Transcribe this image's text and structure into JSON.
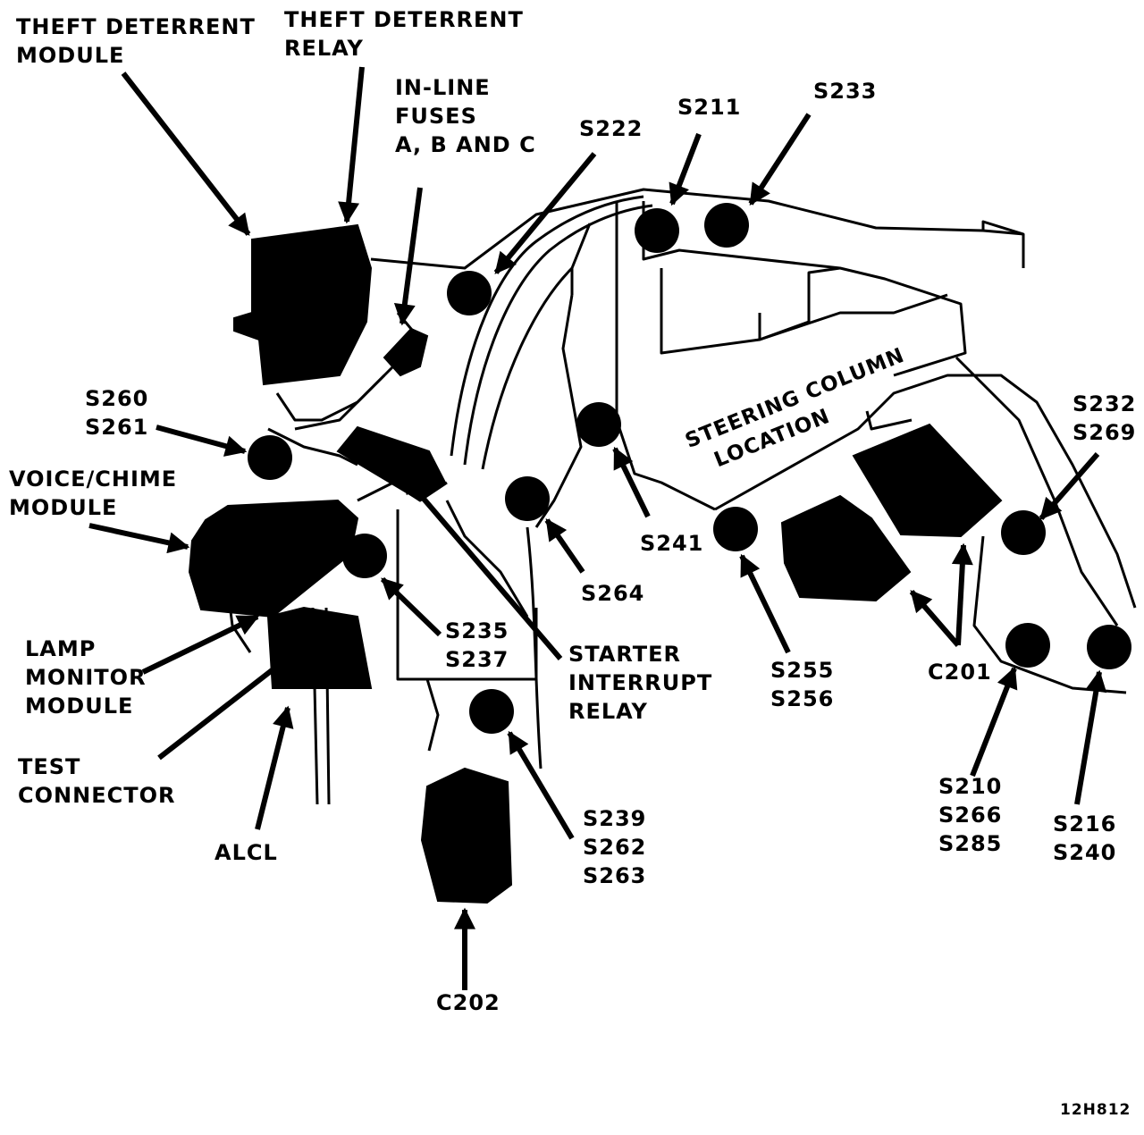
{
  "labels": {
    "theft_module": [
      "THEFT DETERRENT",
      "MODULE"
    ],
    "theft_relay": [
      "THEFT DETERRENT",
      "RELAY"
    ],
    "inline_fuses": [
      "IN-LINE",
      "FUSES",
      "A, B AND C"
    ],
    "s222": "S222",
    "s211": "S211",
    "s233": "S233",
    "s260_261": [
      "S260",
      "S261"
    ],
    "voice_chime": [
      "VOICE/CHIME",
      "MODULE"
    ],
    "steering_column": [
      "STEERING COLUMN",
      "LOCATION"
    ],
    "s232_269": [
      "S232",
      "S269"
    ],
    "s241": "S241",
    "s264": "S264",
    "lamp_monitor": [
      "LAMP",
      "MONITOR",
      "MODULE"
    ],
    "s235_237": [
      "S235",
      "S237"
    ],
    "starter_relay": [
      "STARTER",
      "INTERRUPT",
      "RELAY"
    ],
    "s255_256": [
      "S255",
      "S256"
    ],
    "c201": "C201",
    "test_connector": [
      "TEST",
      "CONNECTOR"
    ],
    "alcl": "ALCL",
    "s239_262_263": [
      "S239",
      "S262",
      "S263"
    ],
    "s210_266_285": [
      "S210",
      "S266",
      "S285"
    ],
    "s216_240": [
      "S216",
      "S240"
    ],
    "c202": "C202",
    "figure_code": "12H812"
  }
}
